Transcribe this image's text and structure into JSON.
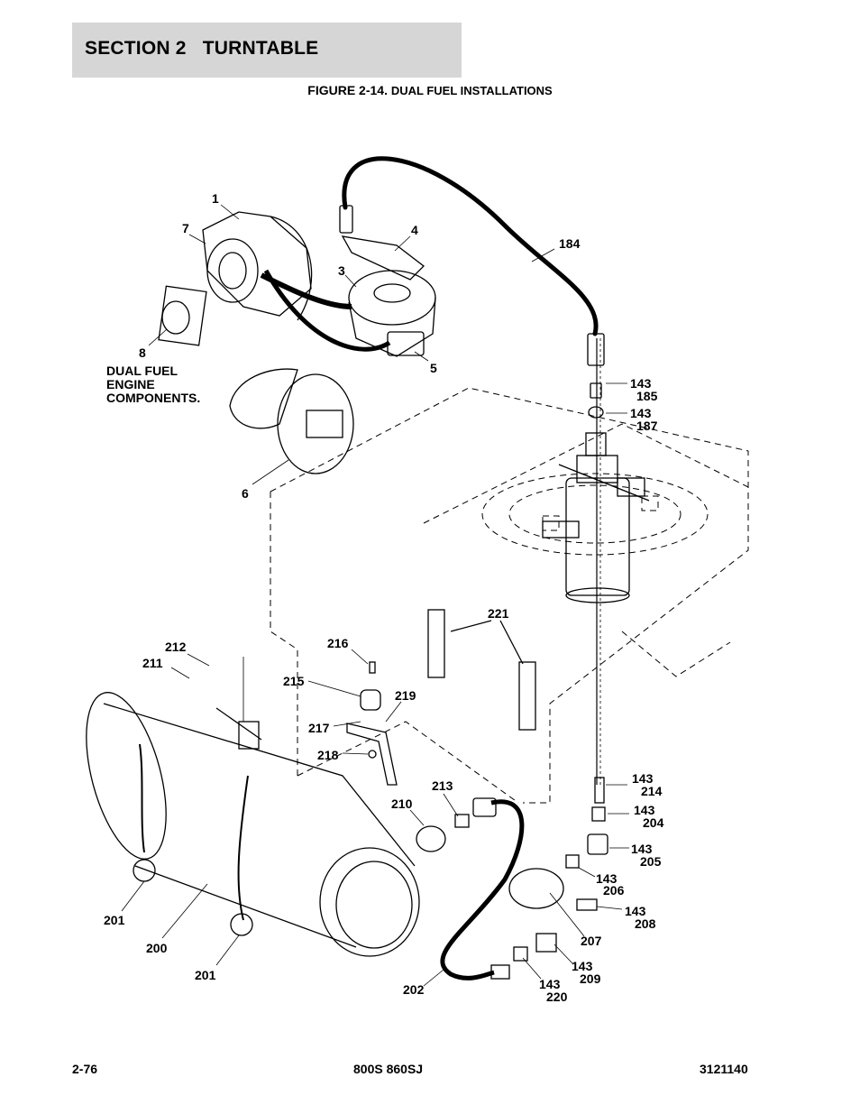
{
  "header": {
    "section": "SECTION 2   TURNTABLE",
    "figure_prefix": "FIGURE 2-14.",
    "figure_title": "DUAL FUEL INSTALLATIONS"
  },
  "note": {
    "line1": "DUAL FUEL",
    "line2": "ENGINE",
    "line3": "COMPONENTS."
  },
  "callouts": {
    "c1": "1",
    "c7": "7",
    "c4": "4",
    "c3": "3",
    "c184": "184",
    "c8": "8",
    "c5": "5",
    "c6": "6",
    "c143a": "143",
    "c185": "185",
    "c143b": "143",
    "c187": "187",
    "c221": "221",
    "c212": "212",
    "c211": "211",
    "c216": "216",
    "c215": "215",
    "c219": "219",
    "c217": "217",
    "c218": "218",
    "c213": "213",
    "c210": "210",
    "c143c": "143",
    "c214": "214",
    "c143d": "143",
    "c204": "204",
    "c143e": "143",
    "c205": "205",
    "c143f": "143",
    "c206": "206",
    "c143g": "143",
    "c208": "208",
    "c207": "207",
    "c143h": "143",
    "c209": "209",
    "c143i": "143",
    "c220": "220",
    "c201a": "201",
    "c200": "200",
    "c201b": "201",
    "c202": "202"
  },
  "footer": {
    "page": "2-76",
    "model": "800S 860SJ",
    "doc_number": "3121140"
  }
}
